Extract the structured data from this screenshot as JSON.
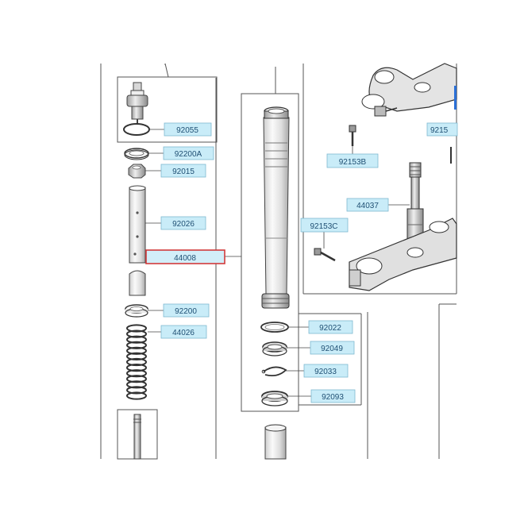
{
  "diagram": {
    "callouts": {
      "c92055": "92055",
      "c92200A": "92200A",
      "c92015": "92015",
      "c92026": "92026",
      "c44008": "44008",
      "c92200": "92200",
      "c44026": "44026",
      "c92153B": "92153B",
      "c92153C": "92153C",
      "c44037": "44037",
      "c92022": "92022",
      "c92049": "92049",
      "c92033": "92033",
      "c92093": "92093",
      "c9215": "9215"
    },
    "selected_callout": "44008",
    "colors": {
      "callout_fill": "#c9ecf8",
      "callout_text": "#1f4f73",
      "selected_border": "#d23b3b"
    }
  }
}
